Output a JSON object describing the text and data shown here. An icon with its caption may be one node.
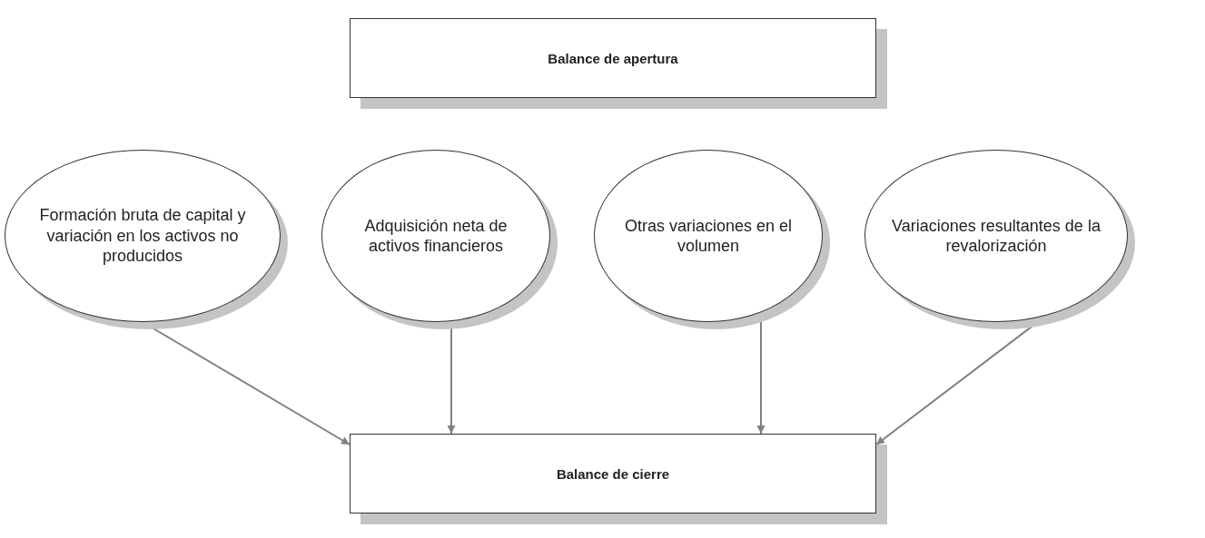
{
  "diagram": {
    "nodes": [
      {
        "text": [
          "Balance de apertura"
        ]
      },
      {
        "text": [
          "Formación bruta de capital y variación en los activos no producidos"
        ]
      },
      {
        "text": [
          "Adquisición neta de activos financieros"
        ]
      },
      {
        "text": [
          "Otras variaciones en el volumen"
        ]
      },
      {
        "text": [
          "Variaciones resultantes de la revalorización"
        ]
      },
      {
        "text": [
          "Balance de cierre"
        ]
      }
    ],
    "edges": [
      {
        "from": 1,
        "to": 5,
        "arrow": "to"
      },
      {
        "from": 2,
        "to": 5,
        "arrow": "to"
      },
      {
        "from": 3,
        "to": 5,
        "arrow": "to"
      },
      {
        "from": 4,
        "to": 5,
        "arrow": "to"
      }
    ]
  }
}
